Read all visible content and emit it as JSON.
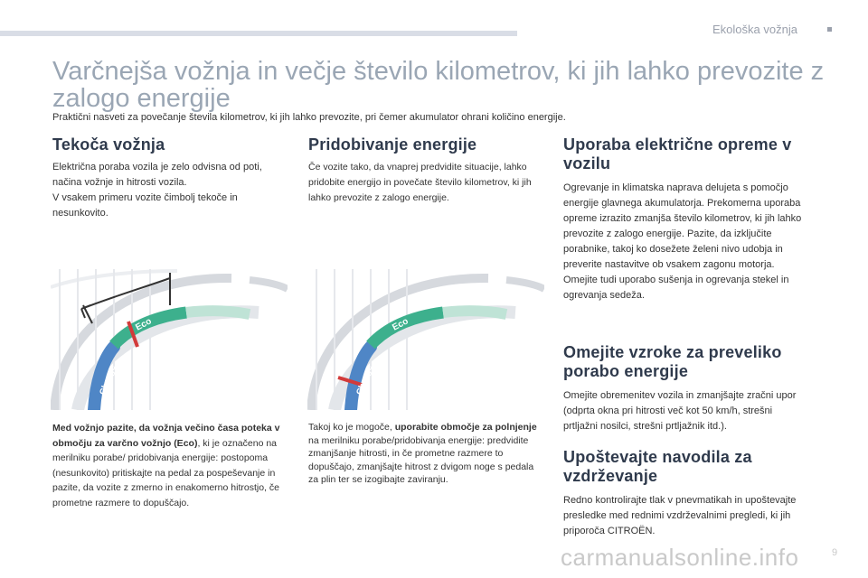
{
  "header": {
    "section_label": "Ekološka vožnja"
  },
  "title": "Varčnejša vožnja in večje število kilometrov, ki jih lahko prevozite z zalogo energije",
  "subtitle": "Praktični nasveti za povečanje števila kilometrov, ki jih lahko prevozite, pri čemer akumulator ohrani količino energije.",
  "col1": {
    "heading": "Tekoča vožnja",
    "intro_l1": "Električna poraba vozila je zelo odvisna od poti,",
    "intro_l2": "načina vožnje in hitrosti vozila.",
    "intro_l3": "V vsakem primeru vozite čimbolj tekoče in",
    "intro_l4": "nesunkovito.",
    "caption_bold": "Med vožnjo pazite, da vožnja večino časa poteka v območju za varčno vožnjo (Eco)",
    "caption_rest": ", ki je označeno na merilniku porabe/ pridobivanja energije: postopoma (nesunkovito) pritiskajte na pedal za pospeševanje in pazite, da vozite z zmerno in enakomerno hitrostjo, če prometne razmere to dopuščajo."
  },
  "col2": {
    "heading": "Pridobivanje energije",
    "intro": "Če vozite tako, da vnaprej predvidite situacije, lahko pridobite energijo in povečate število kilometrov, ki jih lahko prevozite z zalogo energije.",
    "caption_pre": "Takoj ko je mogoče, ",
    "caption_bold": "uporabite območje za polnjenje",
    "caption_rest": " na merilniku porabe/pridobivanja energije: predvidite zmanjšanje hitrosti, in če prometne razmere to dopuščajo, zmanjšajte hitrost z dvigom noge s pedala za plin ter se izogibajte zaviranju."
  },
  "col3": {
    "heading1": "Uporaba električne opreme v vozilu",
    "text1": "Ogrevanje in klimatska naprava delujeta s pomočjo energije glavnega akumulatorja. Prekomerna uporaba opreme izrazito zmanjša število kilometrov, ki jih lahko prevozite z zalogo energije. Pazite, da izključite porabnike, takoj ko dosežete želeni nivo udobja in preverite nastavitve ob vsakem zagonu motorja. Omejite tudi uporabo sušenja in ogrevanja stekel in ogrevanja sedeža.",
    "heading2": "Omejite vzroke za preveliko porabo energije",
    "text2": "Omejite obremenitev vozila in zmanjšajte zračni upor (odprta okna pri hitrosti več kot 50 km/h, strešni prtljažni nosilci, strešni prtljažnik itd.).",
    "heading3": "Upoštevajte navodila za vzdrževanje",
    "text3": "Redno kontrolirajte tlak v pnevmatikah in upoštevajte presledke med rednimi vzdrževalnimi pregledi, ki jih priporoča CITROËN."
  },
  "gauge": {
    "eco_label": "Eco",
    "charge_label": "Charge",
    "colors": {
      "eco": "#3db08d",
      "charge": "#4f86c6",
      "needle": "#d23a3a"
    }
  },
  "footer": {
    "watermark": "carmanualsonline.info",
    "page_number": "9"
  }
}
